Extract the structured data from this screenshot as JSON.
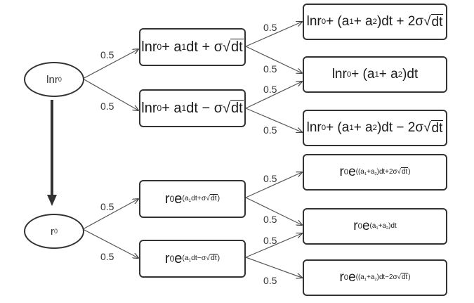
{
  "nodes": {
    "root_log": {
      "label": "lnr",
      "sub": "0"
    },
    "root_rate": {
      "label": "r",
      "sub": "0"
    },
    "up1_log": "lnr<sub>0</sub> + a<sub>1</sub>dt + σ√<span class=\"rad\">dt</span>",
    "down1_log": "lnr<sub>0</sub> + a<sub>1</sub>dt − σ√<span class=\"rad\">dt</span>",
    "uu_log": "lnr<sub>0</sub> + (a<sub>1</sub> + a<sub>2</sub>)dt + 2σ√<span class=\"rad\">dt</span>",
    "ud_log": "lnr<sub>0</sub> + (a<sub>1</sub> + a<sub>2</sub>)dt",
    "dd_log": "lnr<sub>0</sub> + (a<sub>1</sub> + a<sub>2</sub>)dt − 2σ√<span class=\"rad\">dt</span>",
    "up1_rate": "r<sub>0</sub>e<sup>(a<sub>1</sub>dt+σ√<span class=\"rad\">dt</span>)</sup>",
    "down1_rate": "r<sub>0</sub>e<sup>(a<sub>1</sub>dt−σ√<span class=\"rad\">dt</span>)</sup>",
    "uu_rate": "r<sub>0</sub>e<sup>((a<sub>1</sub>+a<sub>2</sub>)dt+2σ√<span class=\"rad\">dt</span>)</sup>",
    "ud_rate": "r<sub>0</sub>e<sup>(a<sub>1</sub>+a<sub>2</sub>)dt</sup>",
    "dd_rate": "r<sub>0</sub>e<sup>((a<sub>1</sub>+a<sub>2</sub>)dt−2σ√<span class=\"rad\">dt</span>)</sup>"
  },
  "probabilities": {
    "log_up": "0.5",
    "log_down": "0.5",
    "log_up_up": "0.5",
    "log_up_down": "0.5",
    "log_down_up": "0.5",
    "log_down_down": "0.5",
    "rate_up": "0.5",
    "rate_down": "0.5",
    "rate_up_up": "0.5",
    "rate_up_down": "0.5",
    "rate_down_up": "0.5",
    "rate_down_down": "0.5"
  },
  "colors": {
    "stroke": "#333333",
    "arrow": "#333333"
  }
}
